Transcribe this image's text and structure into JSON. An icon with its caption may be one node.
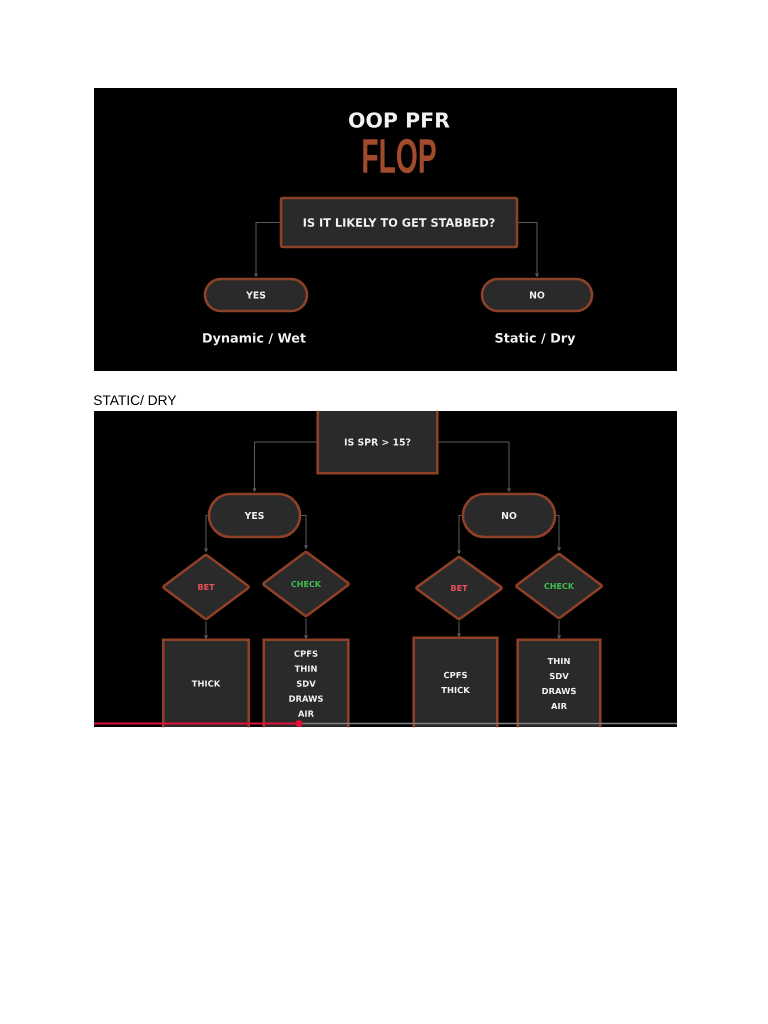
{
  "diagram": {
    "title": "OOP PFR",
    "nodes": [
      {
        "text": [
          "IS IT LIKELY TO GET STABBED?"
        ]
      },
      {
        "text": [
          "YES"
        ],
        "beside": [
          "Dynamic / Wet"
        ]
      },
      {
        "text": [
          "NO"
        ],
        "beside": [
          "Static / Dry"
        ]
      },
      {
        "text": [
          "IS SPR > 15?"
        ]
      },
      {
        "text": [
          "YES"
        ]
      },
      {
        "text": [
          "NO"
        ]
      },
      {
        "text": [
          "BET"
        ]
      },
      {
        "text": [
          "CHECK"
        ]
      },
      {
        "text": [
          "BET"
        ]
      },
      {
        "text": [
          "CHECK"
        ]
      },
      {
        "text": [
          "THICK"
        ]
      },
      {
        "text": [
          "CPFS",
          "THIN",
          "SDV",
          "DRAWS",
          "AIR"
        ]
      },
      {
        "text": [
          "CPFS",
          "THICK"
        ]
      },
      {
        "text": [
          "THIN",
          "SDV",
          "DRAWS",
          "AIR"
        ]
      }
    ],
    "edges": [
      {
        "from": 0,
        "to": 1,
        "arrow": "to"
      },
      {
        "from": 0,
        "to": 2,
        "arrow": "to"
      },
      {
        "from": 3,
        "to": 4,
        "arrow": "to"
      },
      {
        "from": 3,
        "to": 5,
        "arrow": "to"
      },
      {
        "from": 4,
        "to": 6,
        "arrow": "to"
      },
      {
        "from": 4,
        "to": 7,
        "arrow": "to"
      },
      {
        "from": 5,
        "to": 8,
        "arrow": "to"
      },
      {
        "from": 5,
        "to": 9,
        "arrow": "to"
      },
      {
        "from": 6,
        "to": 10,
        "arrow": "to"
      },
      {
        "from": 7,
        "to": 11,
        "arrow": "to"
      },
      {
        "from": 8,
        "to": 12,
        "arrow": "to"
      },
      {
        "from": 9,
        "to": 13,
        "arrow": "to"
      }
    ],
    "labels": [
      "FLOP",
      "STATIC/ DRY"
    ]
  }
}
